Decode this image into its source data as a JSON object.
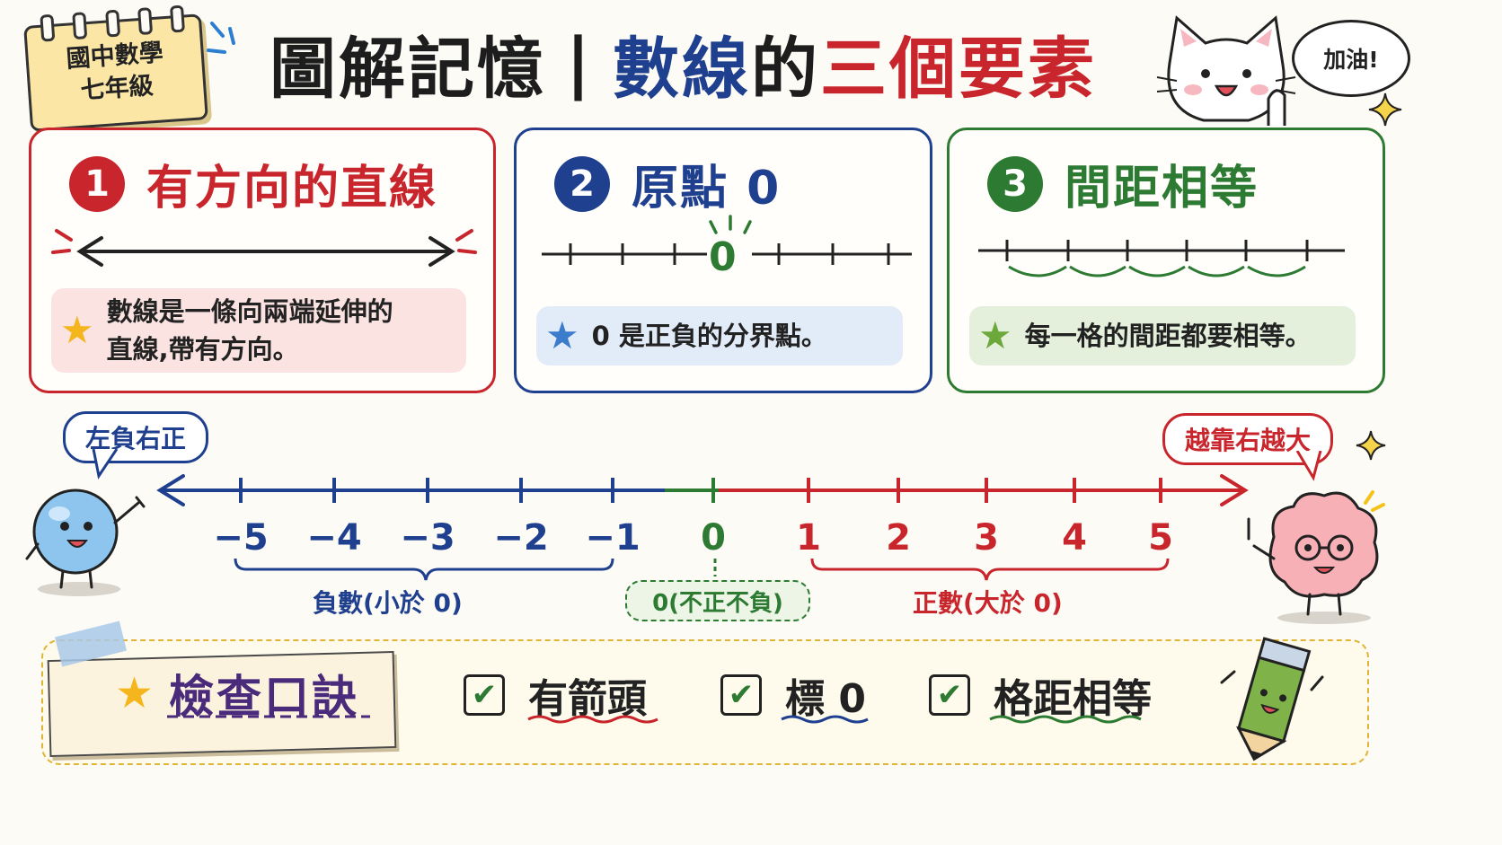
{
  "header": {
    "badge_line1": "國中數學",
    "badge_line2": "七年級",
    "title_part1": "圖解記憶",
    "title_sep": "|",
    "title_part2": "數線",
    "title_part3": "的",
    "title_part4": "三個要素",
    "cheer": "加油!"
  },
  "cards": [
    {
      "num": "1",
      "title": "有方向的直線",
      "note_line1": "數線是一條向兩端延伸的",
      "note_line2": "直線,帶有方向。",
      "color": "#c8262c"
    },
    {
      "num": "2",
      "title": "原點 0",
      "origin_label": "0",
      "note": "0 是正負的分界點。",
      "color": "#1f3f8f"
    },
    {
      "num": "3",
      "title": "間距相等",
      "note": "每一格的間距都要相等。",
      "color": "#2d7a32"
    }
  ],
  "number_line": {
    "left_bubble": "左負右正",
    "right_bubble": "越靠右越大",
    "negatives": [
      "−5",
      "−4",
      "−3",
      "−2",
      "−1"
    ],
    "zero": "0",
    "positives": [
      "1",
      "2",
      "3",
      "4",
      "5"
    ],
    "negative_range": "負數(小於 0)",
    "zero_note": "0(不正不負)",
    "positive_range": "正數(大於 0)",
    "colors": {
      "negative": "#1f3f8f",
      "zero": "#2d7a32",
      "positive": "#c8262c"
    }
  },
  "checklist": {
    "title": "檢查口訣",
    "items": [
      {
        "label": "有箭頭",
        "underline": "#c8262c"
      },
      {
        "label": "標 0",
        "underline": "#1f3f8f"
      },
      {
        "label": "格距相等",
        "underline": "#2d7a32"
      }
    ]
  },
  "icons": [
    "star-icon",
    "check-icon",
    "cat-mascot",
    "ball-mascot",
    "brain-mascot",
    "pencil-mascot"
  ]
}
